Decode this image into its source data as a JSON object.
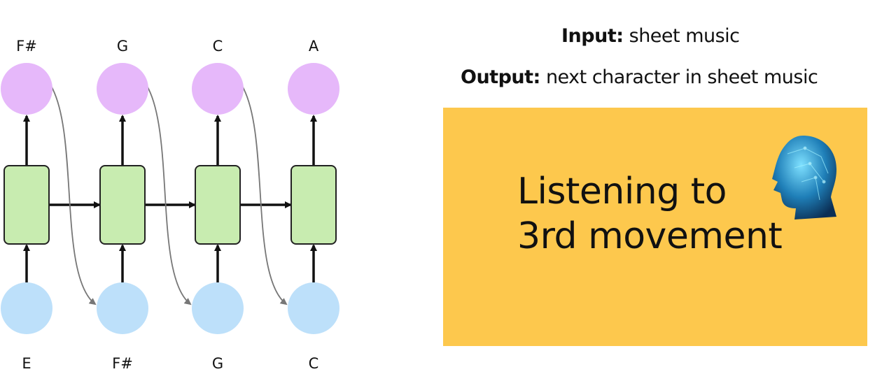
{
  "diagram": {
    "output_notes": [
      "F#",
      "G",
      "C",
      "A"
    ],
    "input_notes": [
      "E",
      "F#",
      "G",
      "C"
    ],
    "colors": {
      "output_node": "#e6b8fa",
      "input_node": "#bde0fa",
      "cell_fill": "#c8ecb0",
      "cell_stroke": "#222222",
      "arrow": "#111111",
      "feedback_arrow": "#777777"
    },
    "icons": [
      "ai-head-icon"
    ]
  },
  "info": {
    "input_key": "Input:",
    "input_value": "sheet music",
    "output_key": "Output:",
    "output_value": "next character in sheet music"
  },
  "card": {
    "line1": "Listening to",
    "line2": "3rd movement",
    "background": "#fdc84d"
  }
}
